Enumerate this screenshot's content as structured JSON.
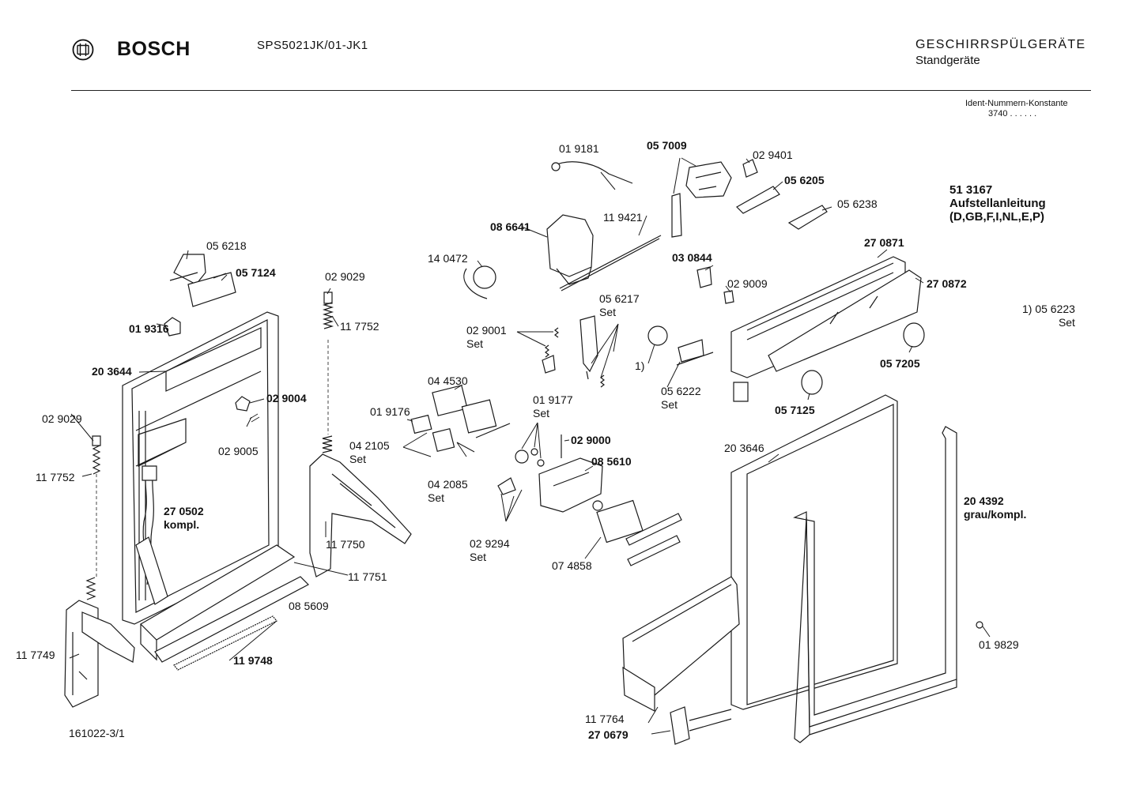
{
  "header": {
    "brand": "BOSCH",
    "model": "SPS5021JK/01-JK1",
    "category_title": "GESCHIRRSPÜLGERÄTE",
    "category_subtitle": "Standgeräte",
    "ident_label": "Ident-Nummern-Konstante",
    "ident_value": "3740  . .  . . . ."
  },
  "footer": {
    "drawing_code": "161022-3/1"
  },
  "parts": [
    {
      "id": "p-019181",
      "lines": [
        "01 9181"
      ],
      "bold": false
    },
    {
      "id": "p-057009",
      "lines": [
        "05 7009"
      ],
      "bold": true
    },
    {
      "id": "p-029401",
      "lines": [
        "02 9401"
      ],
      "bold": false
    },
    {
      "id": "p-056205",
      "lines": [
        "05 6205"
      ],
      "bold": true
    },
    {
      "id": "p-056238",
      "lines": [
        "05 6238"
      ],
      "bold": false
    },
    {
      "id": "p-513167",
      "lines": [
        "51 3167",
        "Aufstellanleitung",
        "(D,GB,F,I,NL,E,P)"
      ],
      "bold": true
    },
    {
      "id": "p-086641",
      "lines": [
        "08 6641"
      ],
      "bold": true
    },
    {
      "id": "p-119421",
      "lines": [
        "11 9421"
      ],
      "bold": false
    },
    {
      "id": "p-056218",
      "lines": [
        "05 6218"
      ],
      "bold": false
    },
    {
      "id": "p-057124",
      "lines": [
        "05 7124"
      ],
      "bold": true
    },
    {
      "id": "p-029029a",
      "lines": [
        "02 9029"
      ],
      "bold": false
    },
    {
      "id": "p-140472",
      "lines": [
        "14 0472"
      ],
      "bold": false
    },
    {
      "id": "p-030844",
      "lines": [
        "03 0844"
      ],
      "bold": true
    },
    {
      "id": "p-270871",
      "lines": [
        "27 0871"
      ],
      "bold": true
    },
    {
      "id": "p-270872",
      "lines": [
        "27 0872"
      ],
      "bold": true
    },
    {
      "id": "p-117752a",
      "lines": [
        "11 7752"
      ],
      "bold": false
    },
    {
      "id": "p-029009",
      "lines": [
        "02 9009"
      ],
      "bold": false
    },
    {
      "id": "p-056217",
      "lines": [
        "05 6217",
        "Set"
      ],
      "bold": false
    },
    {
      "id": "p-fn1",
      "lines": [
        "1) 05 6223",
        "Set"
      ],
      "bold": false
    },
    {
      "id": "p-019316",
      "lines": [
        "01 9316"
      ],
      "bold": true
    },
    {
      "id": "p-029001",
      "lines": [
        "02 9001",
        "Set"
      ],
      "bold": false
    },
    {
      "id": "p-057205",
      "lines": [
        "05 7205"
      ],
      "bold": true
    },
    {
      "id": "p-203644",
      "lines": [
        "20 3644"
      ],
      "bold": true
    },
    {
      "id": "p-fn1b",
      "lines": [
        "1)"
      ],
      "bold": false
    },
    {
      "id": "p-056222",
      "lines": [
        "05 6222",
        "Set"
      ],
      "bold": false
    },
    {
      "id": "p-044530",
      "lines": [
        "04 4530"
      ],
      "bold": false
    },
    {
      "id": "p-057125",
      "lines": [
        "05 7125"
      ],
      "bold": true
    },
    {
      "id": "p-029004",
      "lines": [
        "02 9004"
      ],
      "bold": true
    },
    {
      "id": "p-019177",
      "lines": [
        "01 9177",
        "Set"
      ],
      "bold": false
    },
    {
      "id": "p-019176",
      "lines": [
        "01 9176"
      ],
      "bold": false
    },
    {
      "id": "p-029029b",
      "lines": [
        "02 9029"
      ],
      "bold": false
    },
    {
      "id": "p-042105",
      "lines": [
        "04 2105",
        "Set"
      ],
      "bold": false
    },
    {
      "id": "p-029000",
      "lines": [
        "02 9000"
      ],
      "bold": true
    },
    {
      "id": "p-203646",
      "lines": [
        "20 3646"
      ],
      "bold": false
    },
    {
      "id": "p-029005",
      "lines": [
        "02 9005"
      ],
      "bold": false
    },
    {
      "id": "p-085610",
      "lines": [
        "08 5610"
      ],
      "bold": true
    },
    {
      "id": "p-117752b",
      "lines": [
        "11 7752"
      ],
      "bold": false
    },
    {
      "id": "p-042085",
      "lines": [
        "04 2085",
        "Set"
      ],
      "bold": false
    },
    {
      "id": "p-204392",
      "lines": [
        "20 4392",
        "grau/kompl."
      ],
      "bold": true
    },
    {
      "id": "p-270502",
      "lines": [
        "27 0502",
        "kompl."
      ],
      "bold": true
    },
    {
      "id": "p-029294",
      "lines": [
        "02 9294",
        "Set"
      ],
      "bold": false
    },
    {
      "id": "p-117750",
      "lines": [
        "11 7750"
      ],
      "bold": false
    },
    {
      "id": "p-074858",
      "lines": [
        "07 4858"
      ],
      "bold": false
    },
    {
      "id": "p-117751",
      "lines": [
        "11 7751"
      ],
      "bold": false
    },
    {
      "id": "p-085609",
      "lines": [
        "08 5609"
      ],
      "bold": false
    },
    {
      "id": "p-019829",
      "lines": [
        "01 9829"
      ],
      "bold": false
    },
    {
      "id": "p-117749",
      "lines": [
        "11 7749"
      ],
      "bold": false
    },
    {
      "id": "p-119748",
      "lines": [
        "11 9748"
      ],
      "bold": true
    },
    {
      "id": "p-117764",
      "lines": [
        "11 7764"
      ],
      "bold": false
    },
    {
      "id": "p-270679",
      "lines": [
        "27 0679"
      ],
      "bold": true
    }
  ]
}
